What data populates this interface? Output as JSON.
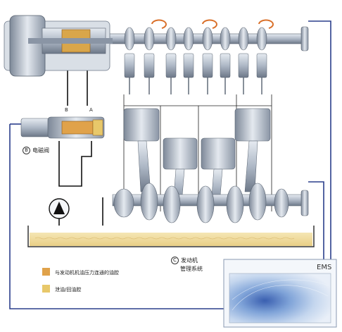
{
  "labels": {
    "port_b": "B",
    "port_a": "A",
    "solenoid_marker": "B",
    "solenoid_name": "电磁阀",
    "ems_marker": "C",
    "ems_caption_line1": "发动机",
    "ems_caption_line2": "管理系统",
    "ems_box_title": "EMS"
  },
  "legend": [
    {
      "text": "与发动机机油压力连通的油腔",
      "color": "#e0a24a"
    },
    {
      "text": "泄油/回油腔",
      "color": "#e8c86a"
    }
  ],
  "colors": {
    "wire": "#2a3e8c",
    "oil": "#f1dfa6",
    "metal": "#b9c3cf",
    "arrow": "#d9702a"
  }
}
